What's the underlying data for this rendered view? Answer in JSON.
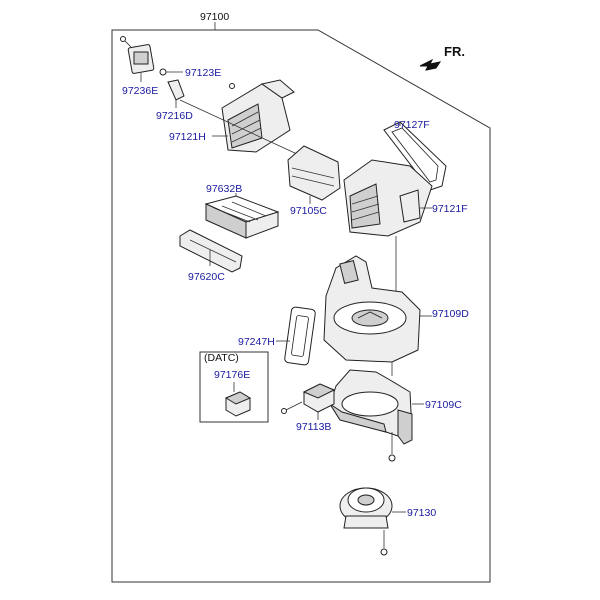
{
  "assembly_number": "97100",
  "direction_label": "FR.",
  "datc_label": "(DATC)",
  "parts": [
    {
      "id": "p97236E",
      "number": "97236E"
    },
    {
      "id": "p97123E",
      "number": "97123E"
    },
    {
      "id": "p97216D",
      "number": "97216D"
    },
    {
      "id": "p97121H",
      "number": "97121H"
    },
    {
      "id": "p97127F",
      "number": "97127F"
    },
    {
      "id": "p97632B",
      "number": "97632B"
    },
    {
      "id": "p97105C",
      "number": "97105C"
    },
    {
      "id": "p97121F",
      "number": "97121F"
    },
    {
      "id": "p97620C",
      "number": "97620C"
    },
    {
      "id": "p97109D",
      "number": "97109D"
    },
    {
      "id": "p97247H",
      "number": "97247H"
    },
    {
      "id": "p97176E",
      "number": "97176E"
    },
    {
      "id": "p97109C",
      "number": "97109C"
    },
    {
      "id": "p97113B",
      "number": "97113B"
    },
    {
      "id": "p97130",
      "number": "97130"
    }
  ]
}
